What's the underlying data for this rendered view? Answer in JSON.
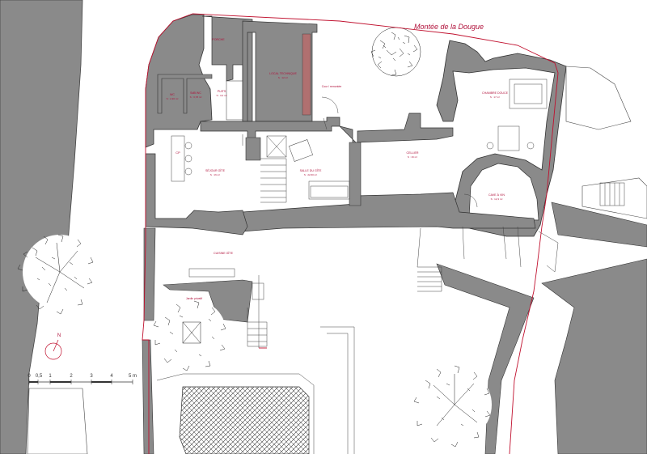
{
  "street_label": "Montée de la Dougue",
  "colors": {
    "wall": "#8a8a8a",
    "wall_dark": "#9c9c9c",
    "boundary": "#c0102e",
    "label": "#b0103a",
    "line": "#444444"
  },
  "rooms": [
    {
      "id": "porche",
      "name": "PORCHE",
      "sub": ""
    },
    {
      "id": "wc",
      "name": "WC",
      "sub": "S : 2,30 m²"
    },
    {
      "id": "sdb-wc",
      "name": "SdB WC",
      "sub": "S : 3,78 m²"
    },
    {
      "id": "puits",
      "name": "PUITS",
      "sub": "S : 3,0 m²"
    },
    {
      "id": "local-technique",
      "name": "LOCAL TECHNIQUE",
      "sub": "S : 12 m²"
    },
    {
      "id": "cour",
      "name": "Cour / remontée",
      "sub": ""
    },
    {
      "id": "chambre",
      "name": "CHAMBRE DOUCE",
      "sub": "S : 17 m²"
    },
    {
      "id": "sejour",
      "name": "SÉJOUR GÎTE",
      "sub": "S : 16 m²"
    },
    {
      "id": "salle",
      "name": "SALLE DU GÎTE",
      "sub": "S : 22,60 m²"
    },
    {
      "id": "cellier",
      "name": "CELLIER",
      "sub": "S : 16 m²"
    },
    {
      "id": "cave",
      "name": "CAVE À VIN",
      "sub": "S : 12,3 m²"
    },
    {
      "id": "cuisine",
      "name": "CUISINE GÎTE",
      "sub": ""
    },
    {
      "id": "jardin",
      "name": "Jardin privatif",
      "sub": ""
    }
  ],
  "cp_label": "CP",
  "scale": {
    "ticks": [
      "0",
      "0,5",
      "1",
      "2",
      "3",
      "4",
      "5 m"
    ]
  },
  "north_label": "N"
}
